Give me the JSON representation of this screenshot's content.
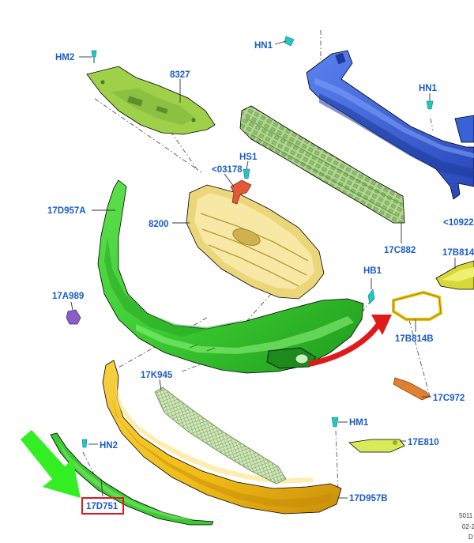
{
  "labels": {
    "hm2": "HM2",
    "p8327": "8327",
    "hn1_top": "HN1",
    "hn1_right": "HN1",
    "hs1": "HS1",
    "p03178": "<03178",
    "p17d957a": "17D957A",
    "p8200": "8200",
    "p10922": "<10922",
    "p17c882": "17C882",
    "p17b814_top": "17B814",
    "hb1": "HB1",
    "p17a989": "17A989",
    "p17b814b": "17B814B",
    "p17k945": "17K945",
    "p17c972": "17C972",
    "hm1": "HM1",
    "p17e810": "17E810",
    "hn2": "HN2",
    "p17d751": "17D751",
    "p17d957b": "17D957B"
  },
  "footer": {
    "line1": "5011",
    "line2": "02-2",
    "line3": "D"
  },
  "colors": {
    "label_blue": "#1a5cc8",
    "highlight_box": "#e0161d",
    "green_arrow": "#33ee22",
    "red_arrow": "#e01a1a",
    "bumper_green": "#3ccc32",
    "absorber_yellow": "#f0bc18",
    "grille_tan": "#ecd67a",
    "reinforcement_blue": "#3a62d8",
    "shield_green": "#9ed04a",
    "foam_green": "#b0d690"
  }
}
